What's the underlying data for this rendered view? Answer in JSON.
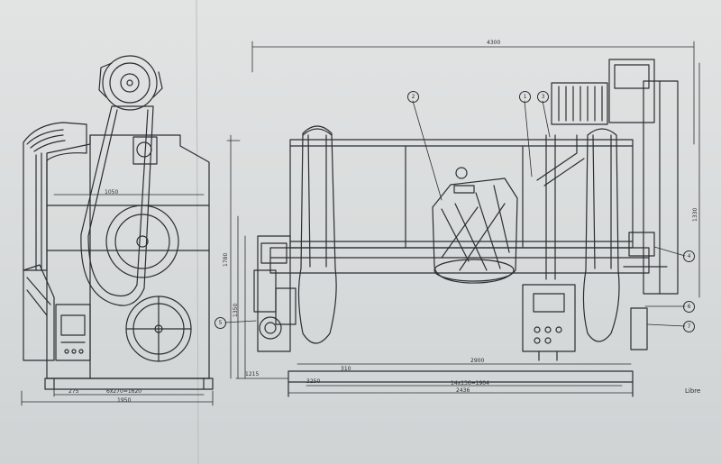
{
  "colors": {
    "paper": "#dcdfdf",
    "ink": "#2b2e30"
  },
  "dimensions": {
    "side_height_mark": "1050",
    "side_bottom_a": "275",
    "side_bottom_b": "6x270=1620",
    "side_bottom_c": "1950",
    "front_total_width": "4300",
    "front_height": "1780",
    "front_height_2": "1350",
    "front_left_small": "310",
    "front_left_a": "1215",
    "front_left_b": "3250",
    "front_bottom_mid": "2900",
    "front_bottom_c": "14x136=1904",
    "front_bottom_d": "2436",
    "front_right_height": "1330"
  },
  "callouts": {
    "c2": "2",
    "c1": "1",
    "c3": "3",
    "c4": "4",
    "c6": "6",
    "c7": "7",
    "c5": "5"
  },
  "caption": "Libre"
}
